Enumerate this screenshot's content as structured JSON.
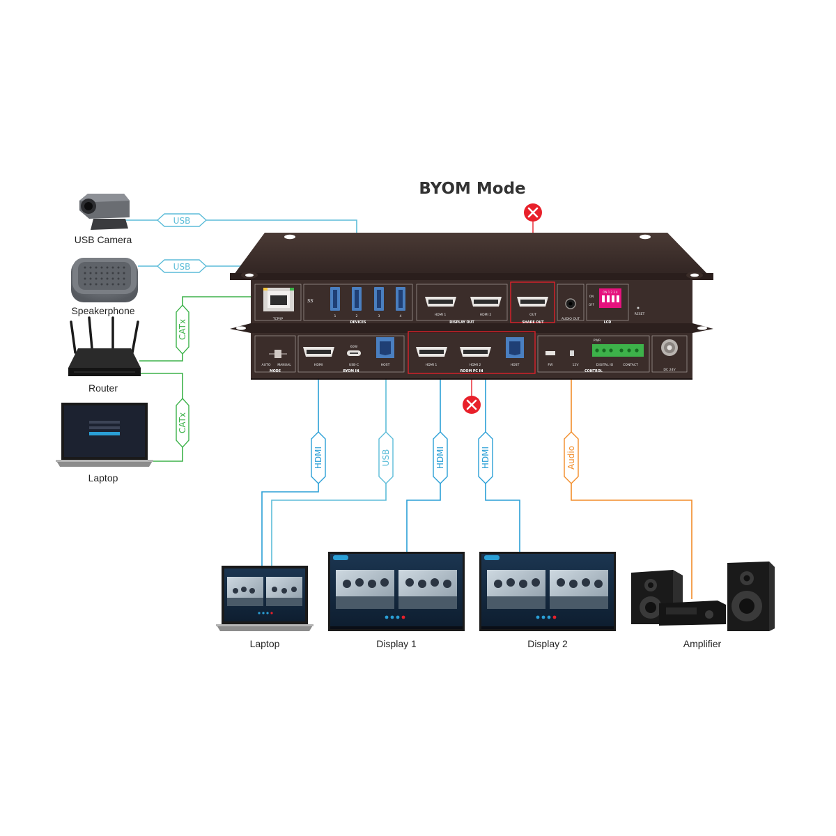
{
  "title": "BYOM Mode",
  "devices": {
    "usb_camera": "USB Camera",
    "speakerphone": "Speakerphone",
    "router": "Router",
    "laptop_left": "Laptop",
    "laptop_bottom": "Laptop",
    "display1": "Display 1",
    "display2": "Display 2",
    "amplifier": "Amplifier"
  },
  "cables": {
    "camera": "USB",
    "speakerphone": "USB",
    "router": "CATx",
    "laptop": "CATx",
    "byom_hdmi": "HDMI",
    "byom_usb": "USB",
    "display1": "HDMI",
    "display2": "HDMI",
    "audio": "Audio"
  },
  "top_panel": {
    "ports": [
      "TCP/IP",
      "1",
      "2",
      "3",
      "4",
      "HDMI 1",
      "HDMI 2",
      "OUT",
      "AUDIO OUT",
      "RESET"
    ],
    "sections": [
      "DEVICES",
      "DISPLAY OUT",
      "SHARE OUT",
      "LCD"
    ],
    "usb_logo": "SS",
    "dip_text": "ON 1 2 3 4",
    "dip_off": "OFF",
    "dip_on": "ON"
  },
  "bottom_panel": {
    "ports": [
      "AUTO",
      "MANUAL",
      "HDMI",
      "USB-C",
      "HOST",
      "HDMI 1",
      "HDMI 2",
      "HOST",
      "FW",
      "12V",
      "PWR",
      "DIGITAL IO",
      "CONTACT",
      "DC 24V"
    ],
    "sections": [
      "MODE",
      "BYOM IN",
      "ROOM PC IN",
      "CONTROL"
    ],
    "power_text": "60W"
  },
  "colors": {
    "usb": "#5bbcd8",
    "catx": "#3db24a",
    "hdmi": "#2a9fd6",
    "audio": "#f28c28",
    "blocked": "#e8202a",
    "chassis": "#3a2c28"
  }
}
